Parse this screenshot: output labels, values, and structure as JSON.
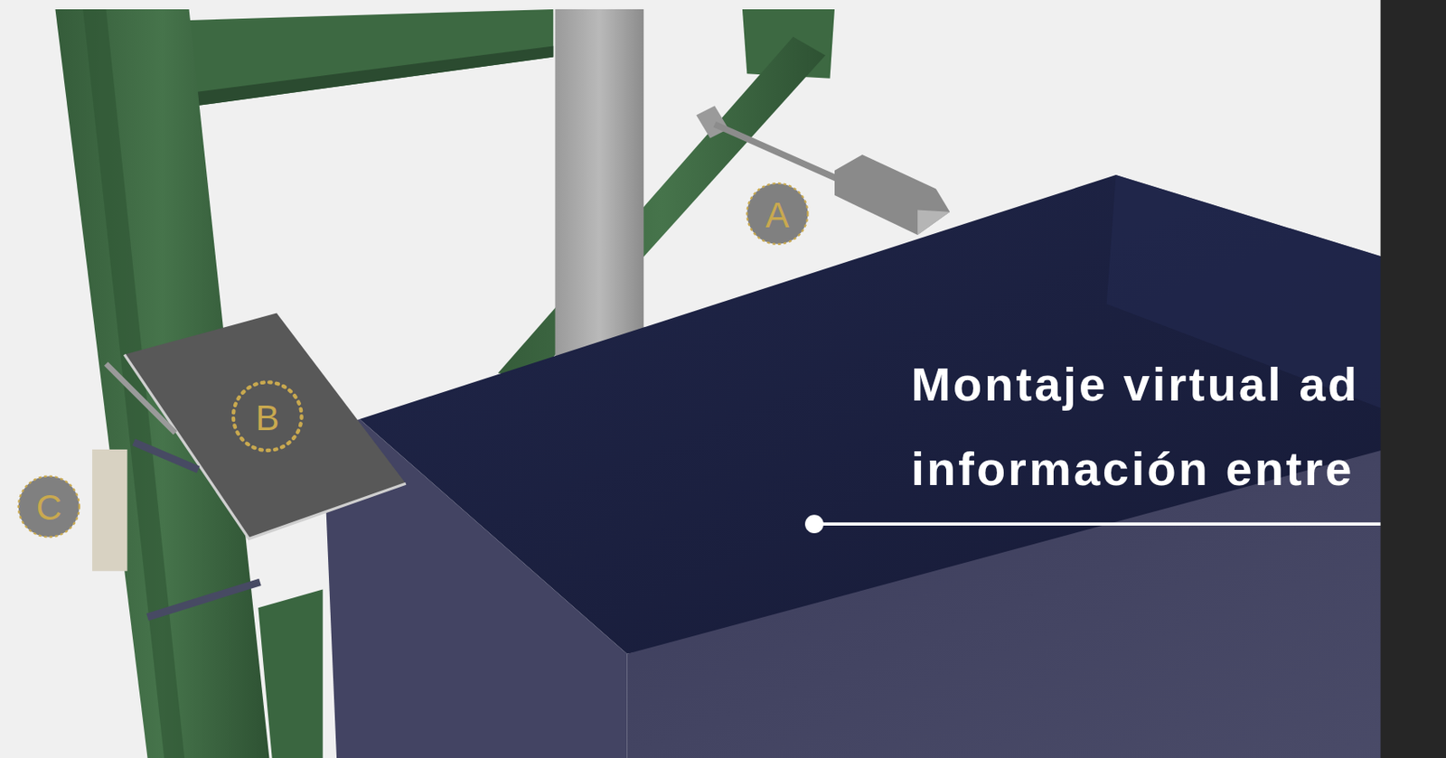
{
  "diagram": {
    "title": "Montaje virtual ad información entre",
    "labels": [
      "A",
      "B",
      "C"
    ]
  }
}
